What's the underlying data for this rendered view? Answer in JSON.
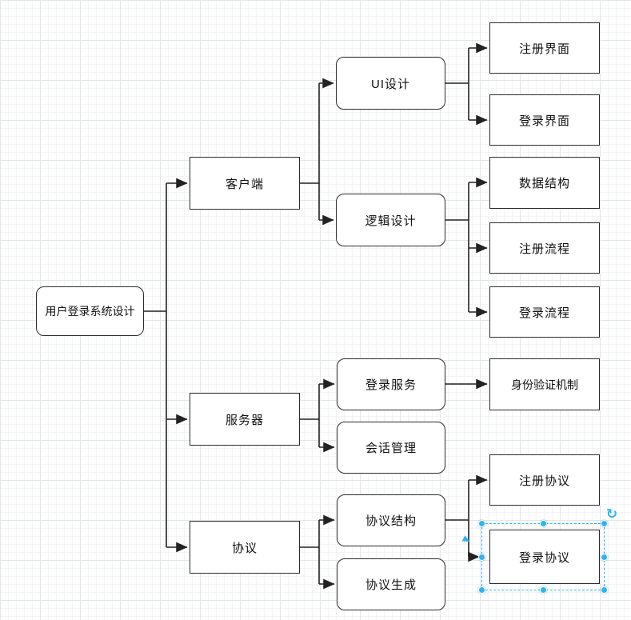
{
  "canvas": {
    "background": "#ffffff",
    "grid_major_color": "#e3e7ea",
    "grid_minor_color": "#f1f4f5"
  },
  "diagram": {
    "edge_color": "#222222",
    "node_border_color": "#2b2b2b",
    "nodes": {
      "root": {
        "label": "用户登录系统设计"
      },
      "client": {
        "label": "客户端"
      },
      "server": {
        "label": "服务器"
      },
      "protocol": {
        "label": "协议"
      },
      "ui_design": {
        "label": "UI设计"
      },
      "logic_design": {
        "label": "逻辑设计"
      },
      "login_service": {
        "label": "登录服务"
      },
      "session_management": {
        "label": "会话管理"
      },
      "protocol_structure": {
        "label": "协议结构"
      },
      "protocol_generation": {
        "label": "协议生成"
      },
      "register_ui": {
        "label": "注册界面"
      },
      "login_ui": {
        "label": "登录界面"
      },
      "data_structure": {
        "label": "数据结构"
      },
      "register_flow": {
        "label": "注册流程"
      },
      "login_flow": {
        "label": "登录流程"
      },
      "auth_mechanism": {
        "label": "身份验证机制"
      },
      "register_protocol": {
        "label": "注册协议"
      },
      "login_protocol": {
        "label": "登录协议"
      }
    },
    "selection": {
      "selected_label": "登录协议",
      "accent_color": "#29b6f2",
      "rotate_icon": "↻"
    }
  }
}
